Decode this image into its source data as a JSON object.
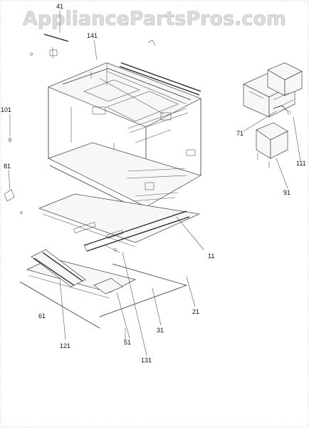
{
  "watermark": "AppliancePartsPros.com",
  "callouts": [
    {
      "id": "41",
      "label": "41"
    },
    {
      "id": "141",
      "label": "141"
    },
    {
      "id": "101",
      "label": "101"
    },
    {
      "id": "81",
      "label": "81"
    },
    {
      "id": "71",
      "label": "71"
    },
    {
      "id": "111",
      "label": "111"
    },
    {
      "id": "91",
      "label": "91"
    },
    {
      "id": "11",
      "label": "11"
    },
    {
      "id": "21",
      "label": "21"
    },
    {
      "id": "61",
      "label": "61"
    },
    {
      "id": "31",
      "label": "31"
    },
    {
      "id": "121",
      "label": "121"
    },
    {
      "id": "51",
      "label": "51"
    },
    {
      "id": "131",
      "label": "131"
    }
  ]
}
